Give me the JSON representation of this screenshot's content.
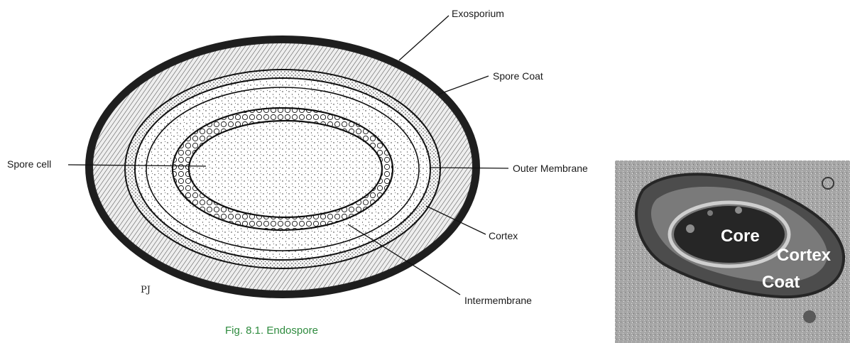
{
  "diagram": {
    "labels": {
      "exosporium": "Exosporium",
      "spore_coat": "Spore Coat",
      "spore_cell": "Spore cell",
      "outer_membrane": "Outer Membrane",
      "cortex": "Cortex",
      "intermembrane": "Intermembrane"
    },
    "signature": "PJ",
    "caption": "Fig. 8.1. Endospore",
    "caption_color": "#2e8b3e"
  },
  "micrograph": {
    "labels": {
      "core": "Core",
      "cortex": "Cortex",
      "coat": "Coat"
    }
  }
}
